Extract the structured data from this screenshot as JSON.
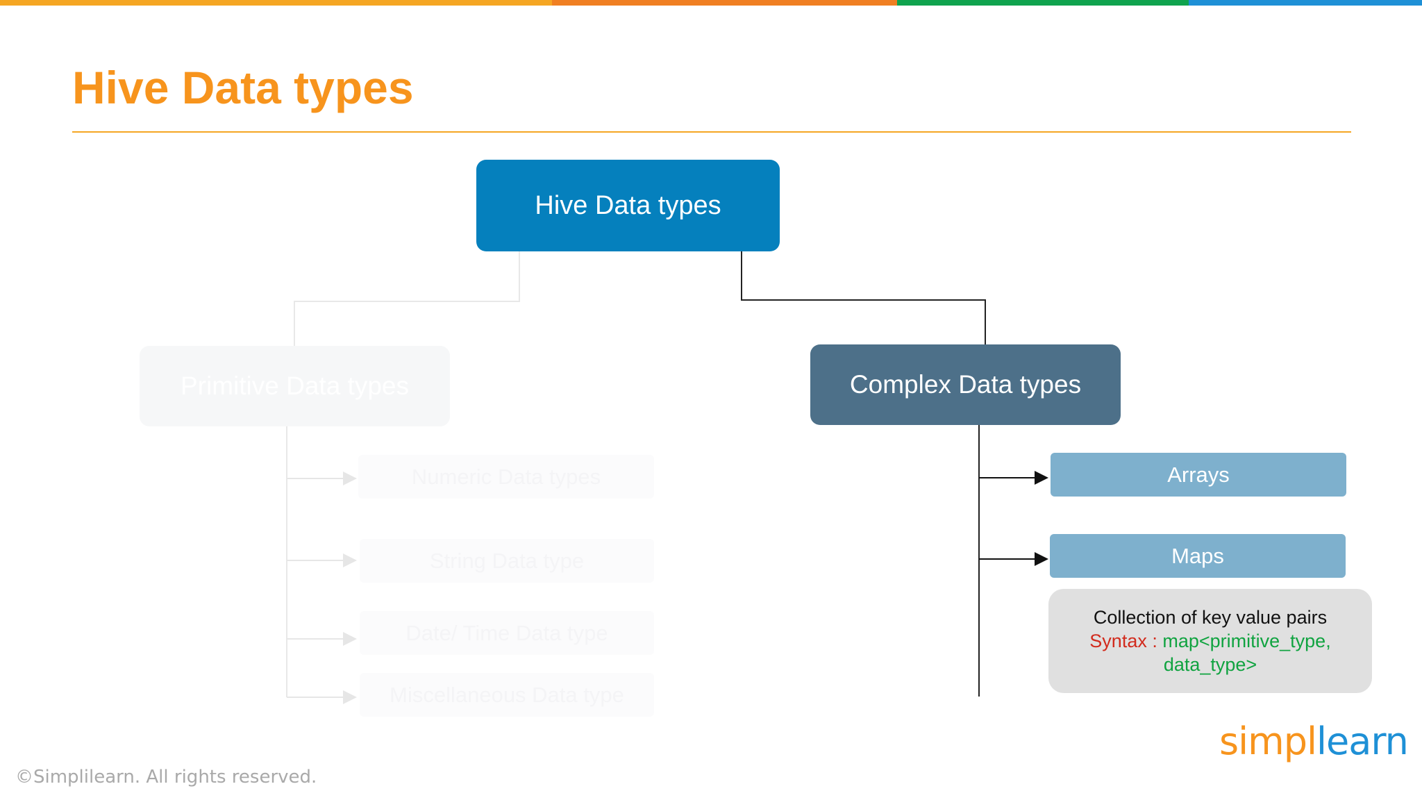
{
  "slide": {
    "title": "Hive Data types",
    "copyright": "©Simplilearn. All rights reserved."
  },
  "diagram": {
    "root": "Hive Data types",
    "left_branch": {
      "label": "Primitive Data types",
      "children": [
        "Numeric Data types",
        "String Data type",
        "Date/ Time Data type",
        "Miscellaneous Data type"
      ]
    },
    "right_branch": {
      "label": "Complex Data types",
      "children": [
        "Arrays",
        "Maps"
      ]
    },
    "note": {
      "line1": "Collection of key value pairs",
      "syntax_label": "Syntax : ",
      "syntax_value": "map<primitive_type,",
      "syntax_value_2": "data_type>"
    }
  },
  "logo": {
    "part1": "simpl",
    "part2": "learn"
  },
  "colors": {
    "title": "#f7941d",
    "root_box": "#0580bd",
    "complex_box": "#4d7089",
    "leaf_box": "#7eb0cd",
    "syntax_label": "#d22b1d",
    "syntax_value": "#10a340",
    "top_stripes": [
      "#f5a623",
      "#f07f22",
      "#10a34e",
      "#1e90d6"
    ]
  }
}
